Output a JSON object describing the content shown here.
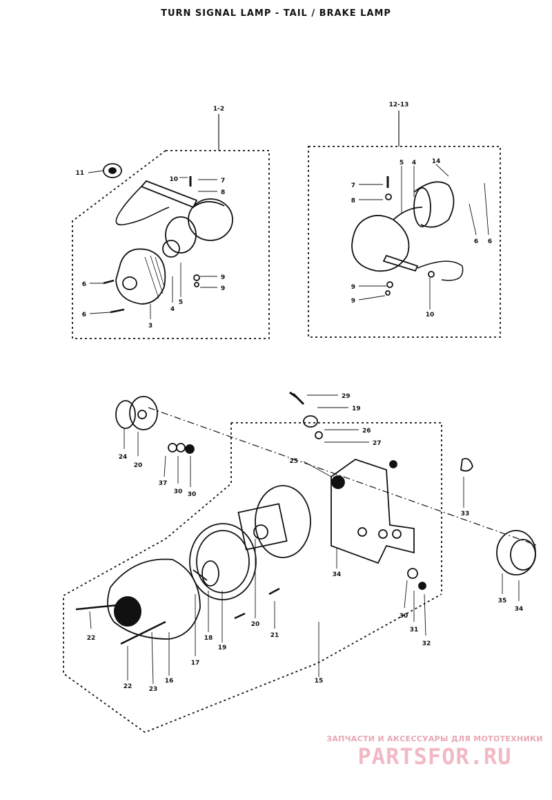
{
  "title": "TURN SIGNAL LAMP - TAIL / BRAKE LAMP",
  "group_labels": {
    "left_turn": "1-2",
    "right_turn": "12-13",
    "tail": "15"
  },
  "callouts": {
    "a11": "11",
    "a10": "10",
    "a7": "7",
    "a8": "8",
    "a9a": "9",
    "a9b": "9",
    "a6a": "6",
    "a6b": "6",
    "a3": "3",
    "a4": "4",
    "a5": "5",
    "b5": "5",
    "b4": "4",
    "b14": "14",
    "b7": "7",
    "b8": "8",
    "b6a": "6",
    "b6b": "6",
    "b9a": "9",
    "b9b": "9",
    "b10": "10",
    "c29": "29",
    "c19": "19",
    "c26": "26",
    "c27": "27",
    "c25": "25",
    "c24a": "24",
    "c20": "20",
    "c37": "37",
    "c30a": "30",
    "c30b": "30",
    "c33": "33",
    "c34a": "34",
    "c35": "35",
    "c34b": "34",
    "c30c": "30",
    "c31": "31",
    "c32a": "32",
    "c22a": "22",
    "c22b": "22",
    "c23": "23",
    "c16": "16",
    "c17": "17",
    "c18": "18",
    "c19b": "19",
    "c20b": "20",
    "c21": "21"
  },
  "watermark": {
    "tagline": "ЗАПЧАСТИ И АКСЕССУАРЫ ДЛЯ МОТОТЕХНИКИ",
    "logo": "PARTSFOR.RU"
  }
}
